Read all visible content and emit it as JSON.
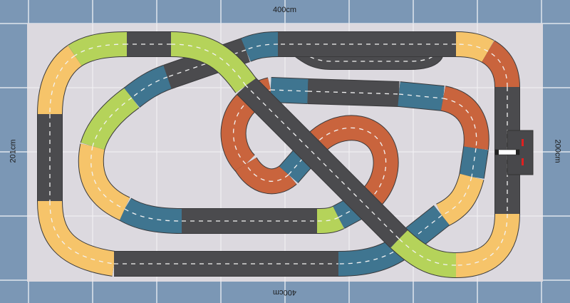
{
  "dimensions": {
    "top": "400cm",
    "bottom": "400cm",
    "left": "201cm",
    "right": "200cm"
  },
  "colors": {
    "background": "#7b97b5",
    "board": "#dcd9df",
    "grid": "#ffffff",
    "straight": "#4b4b4e",
    "curve_yellow": "#f6c46a",
    "curve_green": "#b5d35a",
    "curve_blue": "#3f7590",
    "curve_orange": "#c9643d"
  }
}
